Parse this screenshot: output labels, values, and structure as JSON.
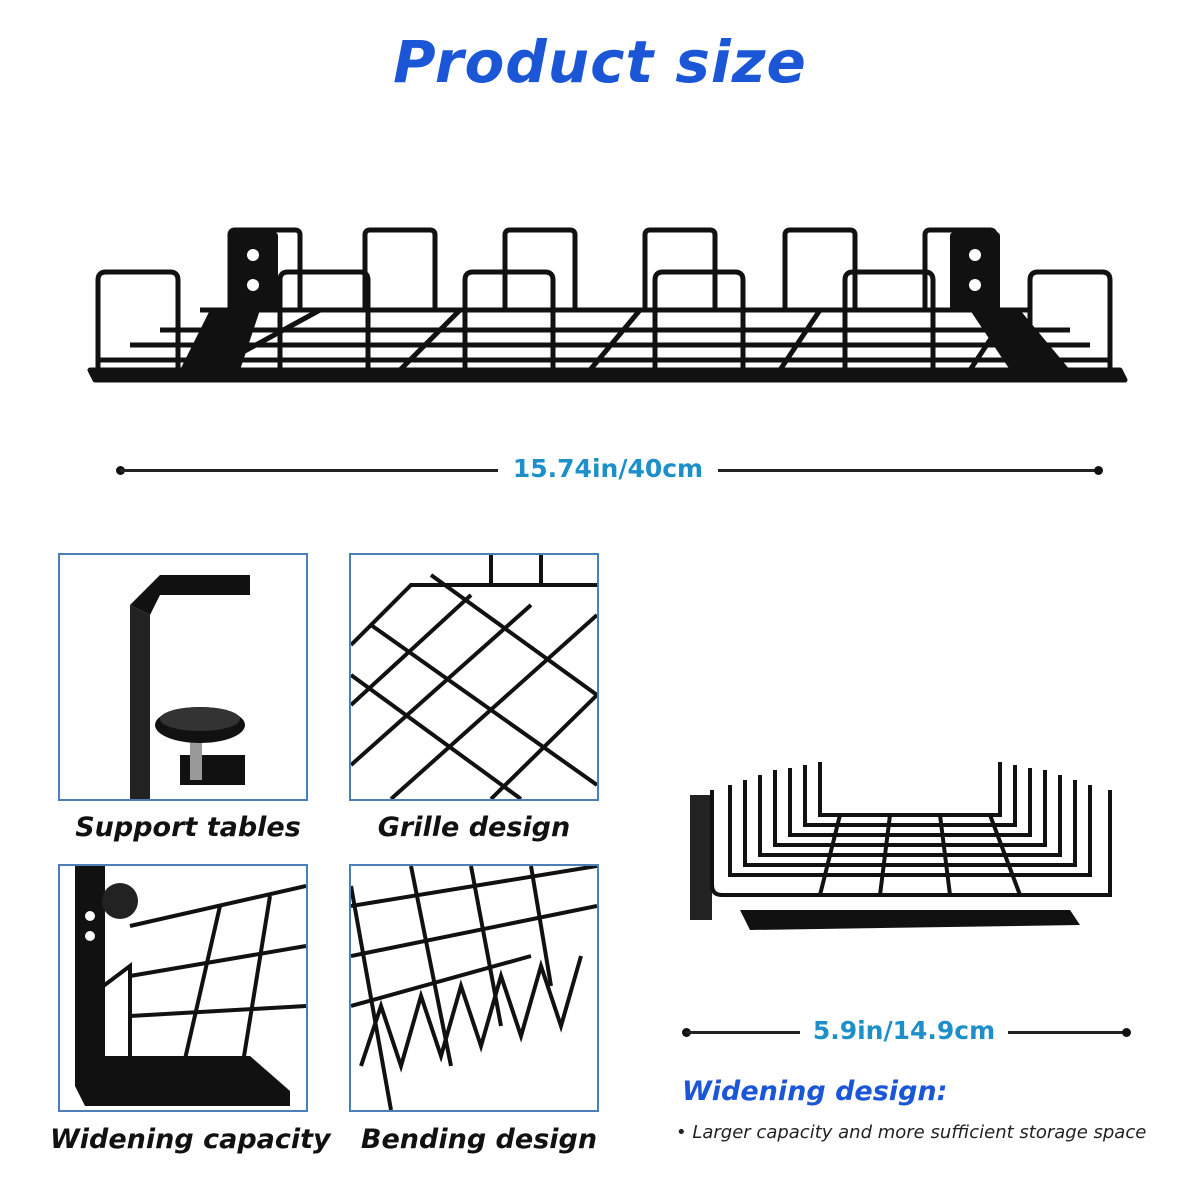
{
  "title": "Product size",
  "dimensions": {
    "length": "15.74in/40cm",
    "width": "5.9in/14.9cm"
  },
  "features": [
    {
      "caption": "Support tables"
    },
    {
      "caption": "Grille design"
    },
    {
      "caption": "Widening capacity"
    },
    {
      "caption": "Bending design"
    }
  ],
  "widening": {
    "title": "Widening design:",
    "bullet": "• Larger capacity and more sufficient storage space"
  },
  "colors": {
    "title": "#1a56d6",
    "dimension_text": "#1e8fc8",
    "panel_border": "#4a7fb8"
  }
}
